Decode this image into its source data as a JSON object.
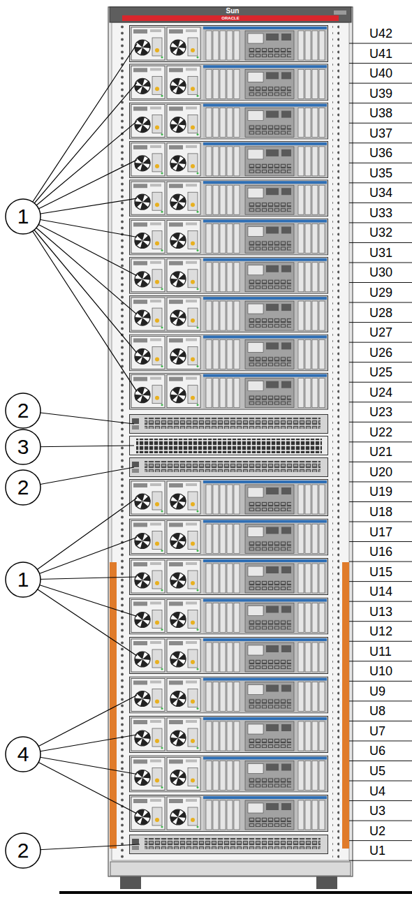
{
  "diagram": {
    "labels": [
      "Sun",
      "ORACLE",
      "U42",
      "U41",
      "U40",
      "U39",
      "U38",
      "U37",
      "U36",
      "U35",
      "U34",
      "U33",
      "U32",
      "U31",
      "U30",
      "U29",
      "U28",
      "U27",
      "U26",
      "U25",
      "U24",
      "U23",
      "U22",
      "U21",
      "U20",
      "U19",
      "U18",
      "U17",
      "U16",
      "U15",
      "U14",
      "U13",
      "U12",
      "U11",
      "U10",
      "U9",
      "U8",
      "U7",
      "U6",
      "U5",
      "U4",
      "U3",
      "U2",
      "U1",
      "1",
      "2",
      "3",
      "2",
      "1",
      "4",
      "2"
    ]
  }
}
